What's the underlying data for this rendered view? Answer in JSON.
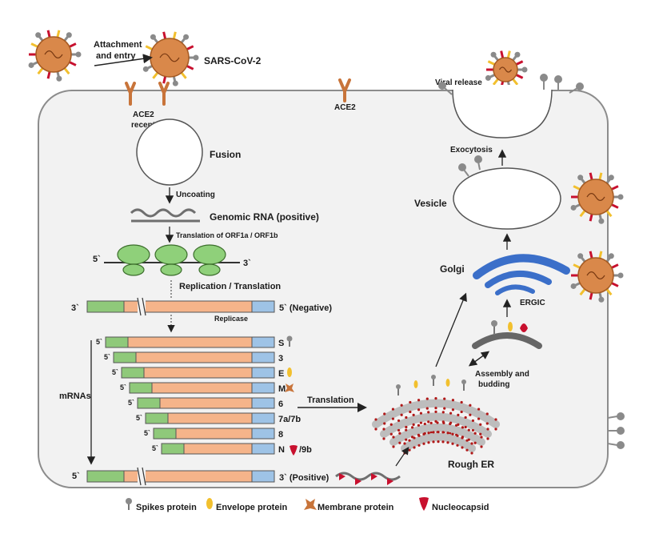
{
  "labels": {
    "attachment": "Attachment",
    "and_entry": "and entry",
    "virus": "SARS-CoV-2",
    "ace2": "ACE2",
    "receptor": "receptor",
    "ace2_right": "ACE2",
    "fusion": "Fusion",
    "uncoating": "Uncoating",
    "genomic_rna": "Genomic RNA (positive)",
    "translation_orf": "Translation of ORF1a / ORF1b",
    "five_prime": "5`",
    "three_prime": "3`",
    "replication_translation": "Replication / Translation",
    "negative": "5` (Negative)",
    "replicase": "Replicase",
    "mrnas": "mRNAs",
    "translation": "Translation",
    "positive": "3` (Positive)",
    "viral_release": "Viral release",
    "exocytosis": "Exocytosis",
    "vesicle": "Vesicle",
    "golgi": "Golgi",
    "ergic": "ERGIC",
    "assembly": "Assembly and",
    "budding": "budding",
    "rough_er": "Rough ER"
  },
  "mrna_labels": [
    "S",
    "3",
    "E",
    "M",
    "6",
    "7a/7b",
    "8",
    "N"
  ],
  "n_suffix": "/9b",
  "legend": {
    "spikes": "Spikes protein",
    "envelope": "Envelope protein",
    "membrane": "Membrane protein",
    "nucleocapsid": "Nucleocapsid"
  },
  "colors": {
    "cell_border": "#8c8c8c",
    "cell_fill": "#f2f2f2",
    "rna_green": "#8fc97a",
    "rna_orange": "#f5b48a",
    "rna_blue": "#9ec3e6",
    "ribosome": "#8fd07a",
    "golgi": "#3b6fc9",
    "er": "#bdbdbd",
    "virus_core": "#d9884a",
    "spike_red": "#c8102e",
    "spike_yellow": "#f2c02e",
    "spike_grey": "#8a8a8a",
    "receptor": "#c8743a"
  }
}
